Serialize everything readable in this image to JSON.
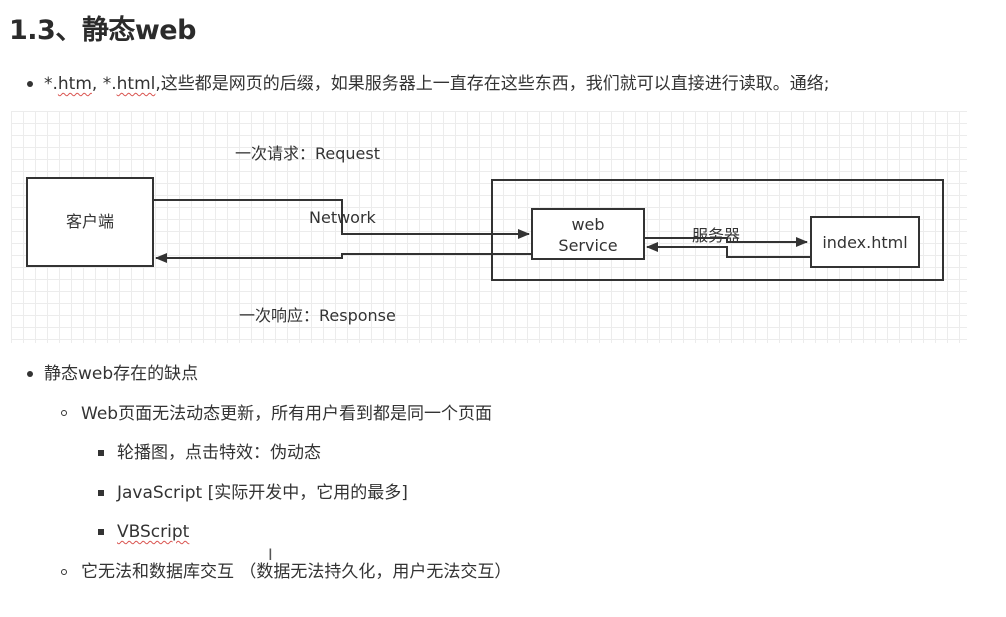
{
  "heading": "1.3、静态web",
  "intro": {
    "sep1": "*.",
    "htm": "htm",
    "sep2": ", *.",
    "html": "html",
    "rest": ",这些都是网页的后缀，如果服务器上一直存在这些东西，我们就可以直接进行读取。通络;"
  },
  "diagram": {
    "request_label": "一次请求：Request",
    "response_label": "一次响应：Response",
    "network_label": "Network",
    "client_label": "客户端",
    "web_service_line1": "web",
    "web_service_line2": "Service",
    "server_label": "服务器",
    "index_label": "index.html"
  },
  "list": {
    "drawbacks": "静态web存在的缺点",
    "item1": "Web页面无法动态更新，所有用户看到都是同一个页面",
    "item1_sub1": "轮播图，点击特效：伪动态",
    "item1_sub2": "JavaScript [实际开发中，它用的最多]",
    "item1_sub3": "VBScript",
    "item2": "它无法和数据库交互 （数据无法持久化，用户无法交互）"
  },
  "cursor_glyph": "I"
}
